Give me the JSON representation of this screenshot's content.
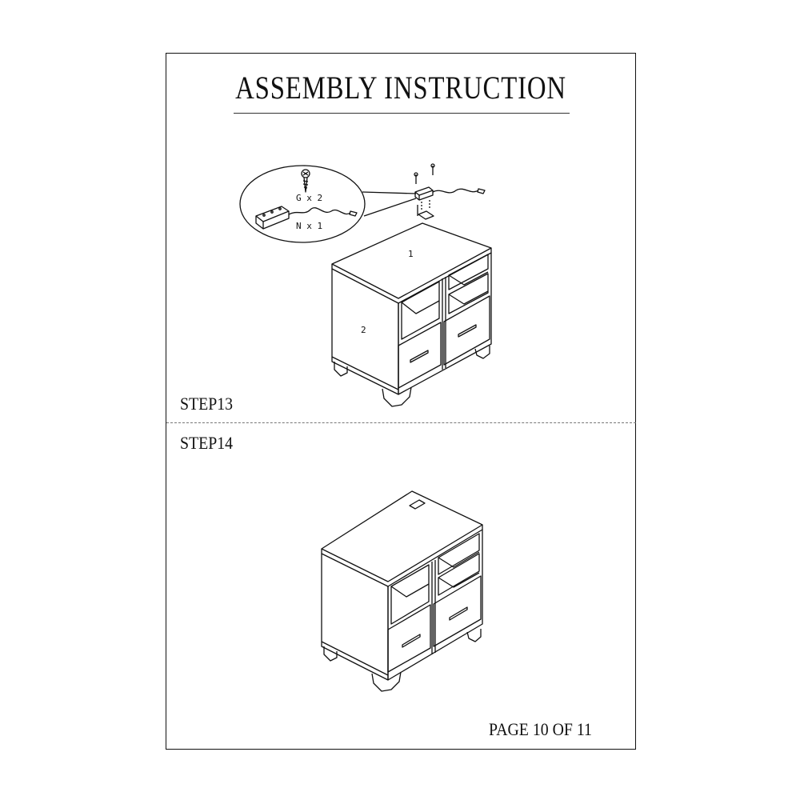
{
  "document": {
    "title": "ASSEMBLY INSTRUCTION",
    "page_number": "PAGE 10 OF 11"
  },
  "step13": {
    "label": "STEP13",
    "callout": {
      "screw_qty": "G x 2",
      "power_strip_qty": "N x 1"
    },
    "part_top": "1",
    "part_side": "2"
  },
  "step14": {
    "label": "STEP14"
  }
}
